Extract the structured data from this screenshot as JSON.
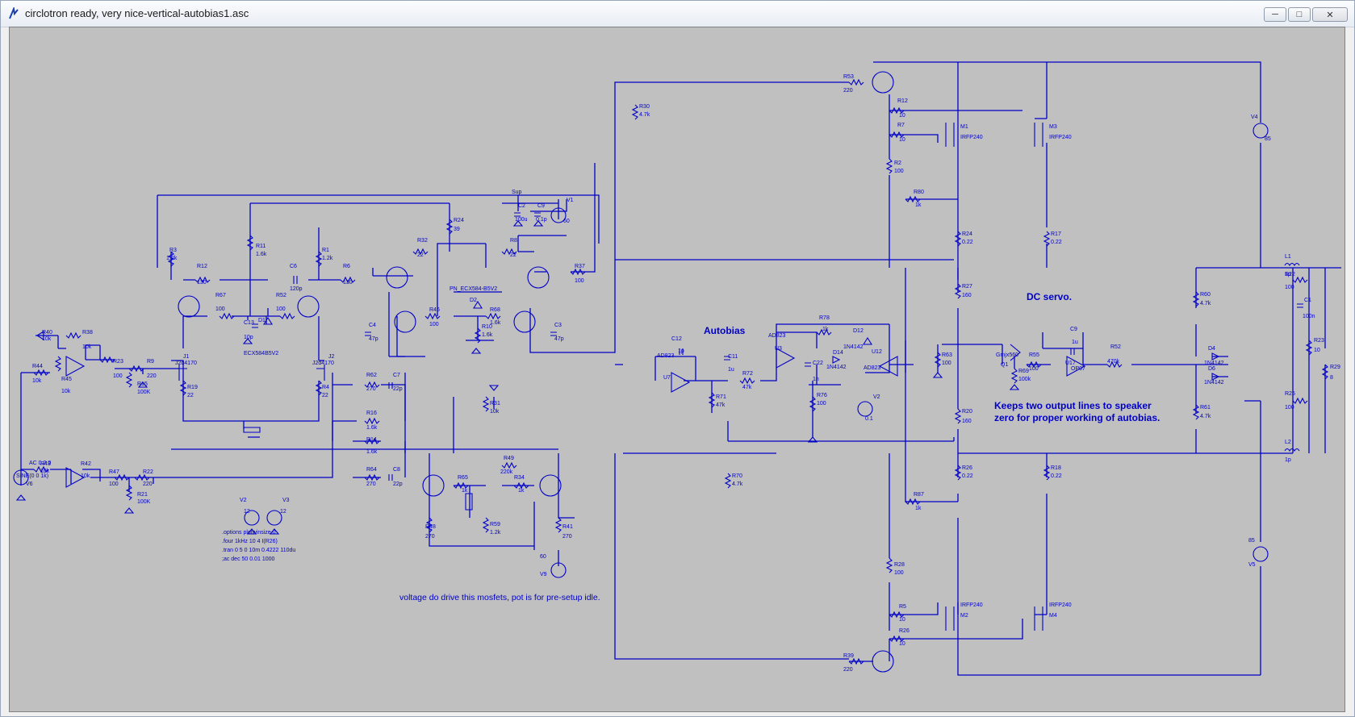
{
  "window": {
    "title": "circlotron ready, very nice-vertical-autobias1.asc",
    "icon": "ltspice-icon",
    "buttons": [
      "minimize",
      "maximize",
      "close"
    ]
  },
  "annotations": {
    "dc_servo": "DC servo.",
    "autobias": "Autobias",
    "keeps_line1": "Keeps two output lines to speaker",
    "keeps_line2": "zero for proper working of autobias.",
    "voltage_note": "voltage do drive this mosfets, pot is for pre-setup idle.",
    "options": ".options plotwinsize 0",
    "four": ".four 1kHz 10 4 I(R26)",
    "tran": ".tran 0 5 0 10m 0.4222 110du",
    "dec": ";ac dec 50 0.01 1000",
    "sine": "SINE(0 0 1k)",
    "ac": "AC 0.2 0",
    "sup": "Sup"
  },
  "labels": {
    "V6": "V6",
    "R40": "R40",
    "R40v": "10k",
    "R38": "R38",
    "R38v": "10k",
    "R44": "R44",
    "R44v": "10k",
    "R45": "R45",
    "R45v": "10k",
    "R23a": "R23",
    "R23av": "100",
    "R9": "R9",
    "R9v": "220",
    "R15": "R15",
    "R15v": "100K",
    "R43": "R43",
    "R43v": "10k",
    "R42": "R42",
    "R42v": "10k",
    "R47": "R47",
    "R47v": "100",
    "R22": "R22",
    "R22v": "220",
    "R21": "R21",
    "R21v": "100K",
    "R3": "R3",
    "R3v": "1.2k",
    "R12a": "R12",
    "R12av": "130",
    "R11": "R11",
    "R11v": "1.6k",
    "R1": "R1",
    "R1v": "1.2k",
    "C6": "C6",
    "C6v": "120p",
    "R6": "R6",
    "R6v": "130",
    "R67": "R67",
    "R67v": "100",
    "R52": "R52",
    "R52v": "100",
    "C13": "C13",
    "C13v": "10p",
    "D1": "D1",
    "D1v": "ECX584B5V2",
    "J1": "J1",
    "J1v": "J2d4170",
    "J2": "J2",
    "J2v": "J2d4170",
    "R19": "R19",
    "R19v": "22",
    "R4": "R4",
    "R4v": "22",
    "R62": "R62",
    "R62v": "270",
    "C7": "C7",
    "C7v": "22p",
    "R16": "R16",
    "R16v": "1.6k",
    "R14": "R14",
    "R14v": "1.6k",
    "R64": "R64",
    "R64v": "270",
    "C8": "C8",
    "C8v": "22p",
    "V2": "V2",
    "V3": "V3",
    "V12": "12",
    "R24a": "R24",
    "R24av": "39",
    "R32": "R32",
    "R32v": "22",
    "R8": "R8",
    "R8v": "22",
    "C2": "C2",
    "C2v": "100u",
    "C9": "C9",
    "C9v": "0.1p",
    "V1": "V1",
    "V1v": "60",
    "R37": "R37",
    "R37v": "100",
    "PN": "PN_ECX584-B5V2",
    "D2": "D2",
    "R46": "R46",
    "R46v": "100",
    "R68": "R68",
    "R68v": "1.6k",
    "R10": "R10",
    "R10v": "1.6k",
    "C4": "C4",
    "C4v": "47p",
    "C3": "C3",
    "C3v": "47p",
    "R31": "R31",
    "R31v": "10k",
    "R49": "R49",
    "R49v": "220k",
    "R65": "R65",
    "R65v": "1k",
    "R34": "R34",
    "R34v": "1k",
    "R59": "R59",
    "R59v": "1.2k",
    "R48": "R48",
    "R48v": "270",
    "R41": "R41",
    "R41v": "270",
    "V9": "V9",
    "V9v": "60",
    "R30": "R30",
    "R30v": "4.7k",
    "R70": "R70",
    "R70v": "4.7k",
    "U7": "U7",
    "AD823a": "AD823",
    "C12": "C12",
    "C12v": "1p",
    "C11": "C11",
    "C11v": "1u",
    "R71": "R71",
    "R71v": "47k",
    "R72": "R72",
    "R72v": "47k",
    "U3": "U3",
    "AD823b": "AD823",
    "R78": "R78",
    "R78v": "1k",
    "C22": "C22",
    "C22v": "1n",
    "R76": "R76",
    "R76v": "100",
    "D14": "D14",
    "D14v": "1N4142",
    "D12": "D12",
    "D12v": "1N4142",
    "U12": "U12",
    "AD823c": "AD823",
    "V2b": "V2",
    "V2bv": "0.1",
    "R63": "R63",
    "R63v": "100",
    "Q1": "Q1",
    "Q1v": "Gmjx560",
    "R55": "R55",
    "R55v": "100",
    "R69": "R69",
    "R69v": "100k",
    "C9b": "C9",
    "C9bv": "1u",
    "U17": "U17",
    "U17v": "OP07",
    "R52b": "R52",
    "R52bv": "470k",
    "D4": "D4",
    "D4v": "1N4142",
    "D6": "D6",
    "D6v": "1N4142",
    "R60": "R60",
    "R60v": "4.7k",
    "R61": "R61",
    "R61v": "4.7k",
    "R53": "R53",
    "R53v": "220",
    "R12b": "R12",
    "R12bv": "10",
    "R7": "R7",
    "R7v": "10",
    "M1": "M1",
    "M1v": "IRFP240",
    "M3": "M3",
    "M3v": "IRFP240",
    "R2": "R2",
    "R2v": "100",
    "R80": "R80",
    "R80v": "1k",
    "R24b": "R24",
    "R24bv": "0.22",
    "R17": "R17",
    "R17v": "0.22",
    "R27": "R27",
    "R27v": "160",
    "R20": "R20",
    "R20v": "160",
    "R26": "R26",
    "R26v": "0.22",
    "R18": "R18",
    "R18v": "0.22",
    "R87": "R87",
    "R87v": "1k",
    "R28": "R28",
    "R28v": "100",
    "R5": "R5",
    "R5v": "10",
    "R26b": "R26",
    "R26bv": "10",
    "M2": "M2",
    "M2v": "IRFP240",
    "M4": "M4",
    "M4v": "IRFP240",
    "R39": "R39",
    "R39v": "220",
    "V4": "V4",
    "V4v": "85",
    "V5": "V5",
    "V5v": "85",
    "L1": "L1",
    "L1v": "1p",
    "L2": "L2",
    "L2v": "1p",
    "R22b": "R22",
    "R22bv": "100",
    "R25": "R25",
    "R25v": "100",
    "C1": "C1",
    "C1v": "100n",
    "R23b": "R23",
    "R23bv": "10",
    "R29": "R29",
    "R29v": "8"
  }
}
